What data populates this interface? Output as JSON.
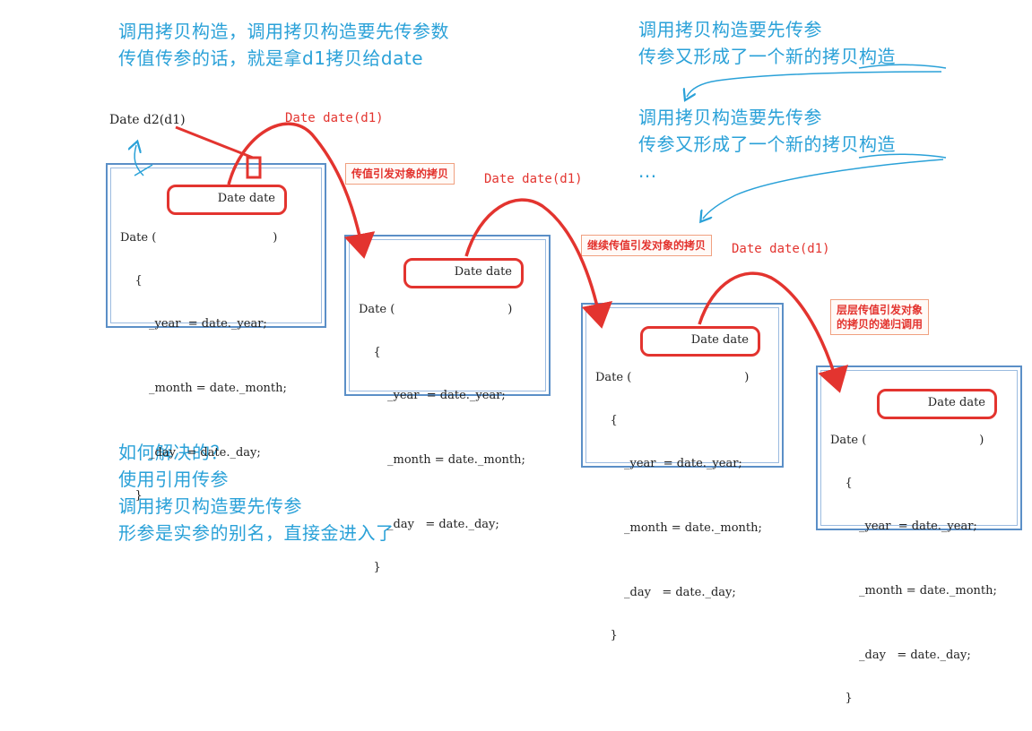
{
  "notes": {
    "top_left": [
      "调用拷贝构造，调用拷贝构造要先传参数",
      "传值传参的话，就是拿d1拷贝给date"
    ],
    "top_right_1": [
      "调用拷贝构造要先传参",
      "传参又形成了一个新的拷贝构造"
    ],
    "top_right_2": [
      "调用拷贝构造要先传参",
      "传参又形成了一个新的拷贝构造",
      "..."
    ],
    "bottom_left": [
      "如何解决的？",
      "使用引用传参",
      "调用拷贝构造要先传参",
      "形参是实参的别名，直接金进入了"
    ]
  },
  "caller": "Date d2(d1)",
  "call_labels": [
    "Date date(d1)",
    "Date date(d1)",
    "Date date(d1)"
  ],
  "boxes": [
    "传值引发对象的拷贝",
    "继续传值引发对象的拷贝",
    "层层传值引发对象\n的拷贝的递归调用"
  ],
  "code_blocks": [
    {
      "sig_prefix": "Date (",
      "param": "Date date",
      "sig_suffix": ")",
      "open": "{",
      "lines": [
        "_year  = date._year;",
        "_month = date._month;",
        "_day   = date._day;"
      ],
      "close": "}"
    },
    {
      "sig_prefix": "Date (",
      "param": "Date date",
      "sig_suffix": ")",
      "open": "{",
      "lines": [
        "_year  = date._year;",
        "_month = date._month;",
        "_day   = date._day;"
      ],
      "close": "}"
    },
    {
      "sig_prefix": "Date (",
      "param": "Date date",
      "sig_suffix": ")",
      "open": "{",
      "lines": [
        "_year  = date._year;",
        "_month = date._month;",
        "_day   = date._day;"
      ],
      "close": "}"
    },
    {
      "sig_prefix": "Date (",
      "param": "Date date",
      "sig_suffix": ")",
      "open": "{",
      "lines": [
        "_year  = date._year;",
        "_month = date._month;",
        "_day   = date._day;"
      ],
      "close": "}"
    }
  ],
  "colors": {
    "annotation": "#2aa1d8",
    "highlight": "#e3342f",
    "frame": "#5b8fc7"
  }
}
